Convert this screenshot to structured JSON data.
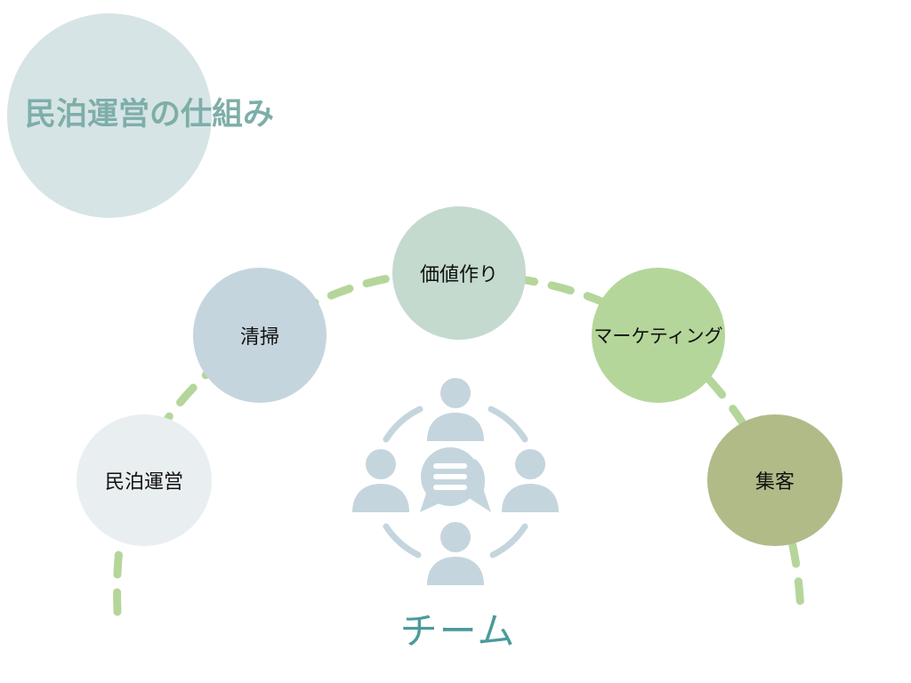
{
  "title": "民泊運営の仕組み",
  "nodes": [
    {
      "id": "minpaku",
      "label": "民泊運営",
      "color": "#e9eff1"
    },
    {
      "id": "seisou",
      "label": "清掃",
      "color": "#c5d5dd"
    },
    {
      "id": "kachi",
      "label": "価値作り",
      "color": "#c4dace"
    },
    {
      "id": "marketing",
      "label": "マーケティング",
      "color": "#b5d69a"
    },
    {
      "id": "shukyaku",
      "label": "集客",
      "color": "#b0bb88"
    }
  ],
  "center": {
    "label": "チーム",
    "icon": "team-meeting-icon"
  },
  "colors": {
    "arc": "#b5d69a",
    "icon": "#c5d5dd",
    "title": "#7eaea8",
    "team_label": "#4c9a9a"
  }
}
